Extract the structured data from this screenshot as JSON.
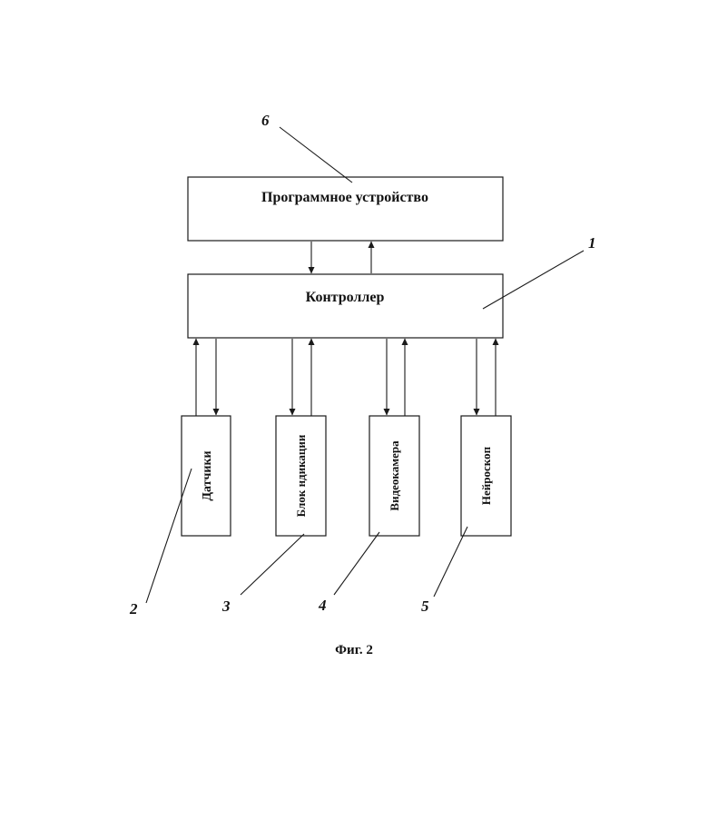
{
  "blocks": {
    "program_device": "Программное устройство",
    "controller": "Контроллер",
    "sensors": "Датчики",
    "indication_unit": "Блок ндикации",
    "video_camera": "Видеокамера",
    "neuroscope": "Нейроскоп"
  },
  "refs": {
    "r1": "1",
    "r2": "2",
    "r3": "3",
    "r4": "4",
    "r5": "5",
    "r6": "6"
  },
  "caption": "Фиг. 2"
}
